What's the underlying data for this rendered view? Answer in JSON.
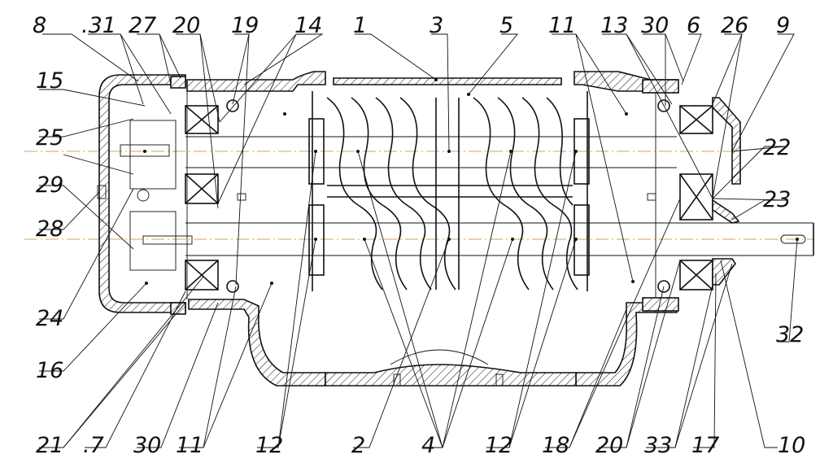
{
  "labels": {
    "top": [
      "8",
      ".31",
      "27",
      "20",
      "19",
      "14",
      "1",
      "3",
      "5",
      "11",
      "13",
      "30",
      "6",
      "26",
      "9"
    ],
    "left": [
      "15",
      "25",
      "29",
      "28",
      "24",
      "16"
    ],
    "right": [
      "22",
      "23",
      "32"
    ],
    "bottom": [
      "21",
      ".7",
      "30",
      "11",
      "12",
      "2",
      "4",
      "12",
      "18",
      "20",
      "33",
      "17",
      "10"
    ]
  }
}
